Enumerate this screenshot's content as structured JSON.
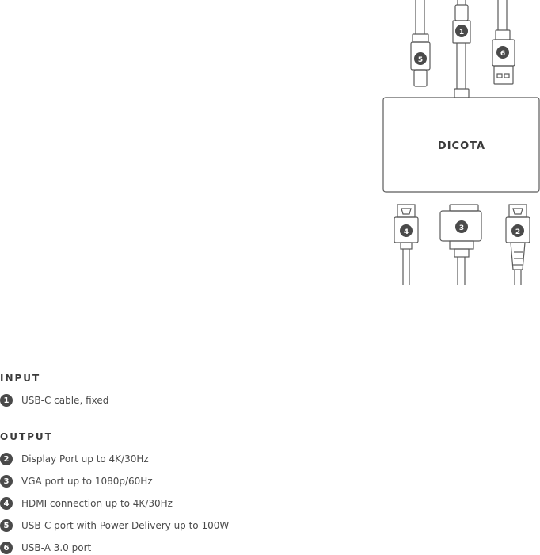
{
  "hub": {
    "brand": "DICOTA"
  },
  "ports": {
    "top": [
      "5",
      "1",
      "6"
    ],
    "bottom": [
      "4",
      "3",
      "2"
    ]
  },
  "legend": {
    "input": {
      "title": "INPUT",
      "items": [
        {
          "num": "1",
          "text": "USB-C cable, fixed"
        }
      ]
    },
    "output": {
      "title": "OUTPUT",
      "items": [
        {
          "num": "2",
          "text": "Display Port up to 4K/30Hz"
        },
        {
          "num": "3",
          "text": "VGA port up to 1080p/60Hz"
        },
        {
          "num": "4",
          "text": "HDMI connection up to 4K/30Hz"
        },
        {
          "num": "5",
          "text": "USB-C port with Power Delivery up to 100W"
        },
        {
          "num": "6",
          "text": "USB-A 3.0 port"
        }
      ]
    }
  },
  "colors": {
    "line": "#5a5a5a",
    "badge": "#4a4a4a",
    "text": "#4a4a4a"
  }
}
